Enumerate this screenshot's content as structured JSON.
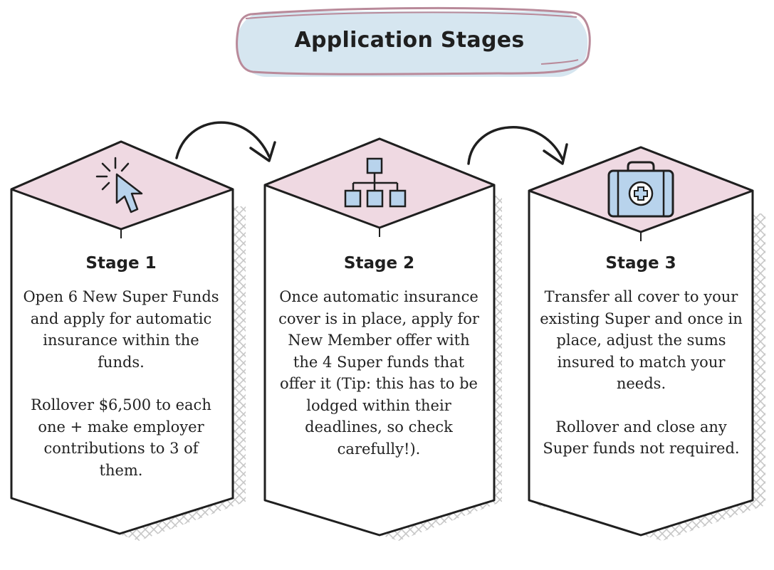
{
  "title": "Application Stages",
  "colors": {
    "title_fill": "#d6e6f0",
    "title_border": "#b98a9a",
    "top_face": "#efd9e2",
    "icon_fill": "#b8d3ec",
    "hatch": "#c9c9c9",
    "ink": "#1f1f1f"
  },
  "stages": [
    {
      "icon": "cursor-click-icon",
      "heading": "Stage 1",
      "paragraphs": [
        "Open 6 New Super Funds and apply for automatic insurance within the funds.",
        "Rollover $6,500 to each one + make employer contributions to 3 of them."
      ]
    },
    {
      "icon": "org-chart-icon",
      "heading": "Stage 2",
      "paragraphs": [
        "Once automatic insurance cover is in place, apply for New Member offer with the 4 Super funds that offer it (Tip: this has to be lodged within their deadlines, so check carefully!)."
      ]
    },
    {
      "icon": "first-aid-kit-icon",
      "heading": "Stage 3",
      "paragraphs": [
        "Transfer all cover to your existing Super and once in place, adjust the sums insured to match your needs.",
        "Rollover and close any Super funds not required."
      ]
    }
  ]
}
